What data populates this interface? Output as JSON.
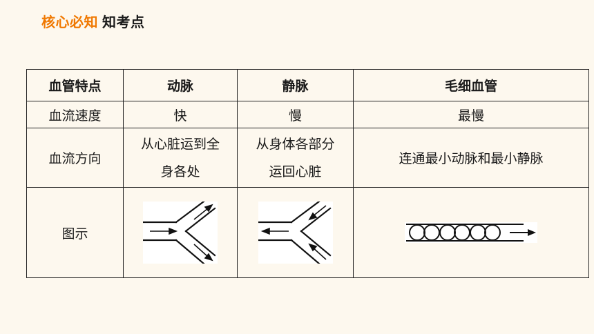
{
  "header": {
    "accent": "核心必知",
    "title": "知考点"
  },
  "table": {
    "headers": [
      "血管特点",
      "动脉",
      "静脉",
      "毛细血管"
    ],
    "rows": [
      {
        "label": "血流速度",
        "cells": [
          "快",
          "慢",
          "最慢"
        ]
      },
      {
        "label": "血流方向",
        "cells": [
          [
            "从心脏运到全",
            "身各处"
          ],
          [
            "从身体各部分",
            "运回心脏"
          ],
          [
            "连通最小动脉和最小静脉"
          ]
        ]
      },
      {
        "label": "图示"
      }
    ]
  },
  "icons": [
    "artery-branch-diagram",
    "vein-branch-diagram",
    "capillary-diagram"
  ]
}
